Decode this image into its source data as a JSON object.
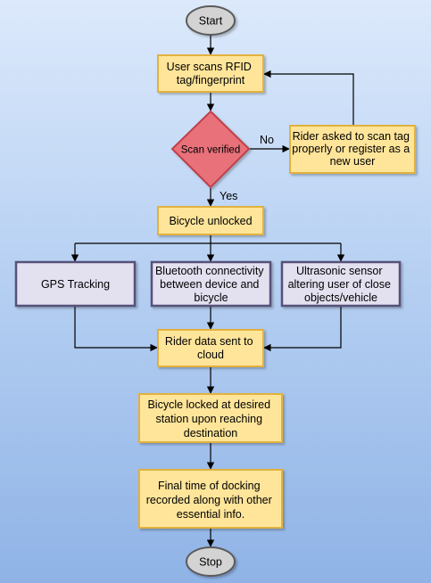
{
  "nodes": {
    "start": {
      "label": "Start"
    },
    "scan": {
      "lines": [
        "User scans RFID",
        "tag/fingerprint"
      ]
    },
    "decision": {
      "label": "Scan verified"
    },
    "retry": {
      "lines": [
        "Rider asked to scan tag",
        "properly or register as a",
        "new user"
      ]
    },
    "unlocked": {
      "label": "Bicycle unlocked"
    },
    "gps": {
      "label": "GPS Tracking"
    },
    "bluetooth": {
      "lines": [
        "Bluetooth connectivity",
        "between device and",
        "bicycle"
      ]
    },
    "ultrasonic": {
      "lines": [
        "Ultrasonic sensor",
        "altering user of close",
        "objects/vehicle"
      ]
    },
    "cloud": {
      "lines": [
        "Rider data sent to",
        "cloud"
      ]
    },
    "locked": {
      "lines": [
        "Bicycle locked at desired",
        "station upon reaching",
        "destination"
      ]
    },
    "final": {
      "lines": [
        "Final time of docking",
        "recorded along with other",
        "essential info."
      ]
    },
    "stop": {
      "label": "Stop"
    }
  },
  "edges": {
    "no_label": "No",
    "yes_label": "Yes"
  },
  "colors": {
    "terminal_fill": "#d3d3d3",
    "terminal_stroke": "#5a5a5a",
    "process_fill": "#ffe59a",
    "process_stroke": "#e2b13c",
    "decision_fill": "#e8717a",
    "decision_stroke": "#c0404a",
    "sensor_fill": "#e3e0f0",
    "sensor_stroke": "#56517a",
    "line": "#000000"
  }
}
